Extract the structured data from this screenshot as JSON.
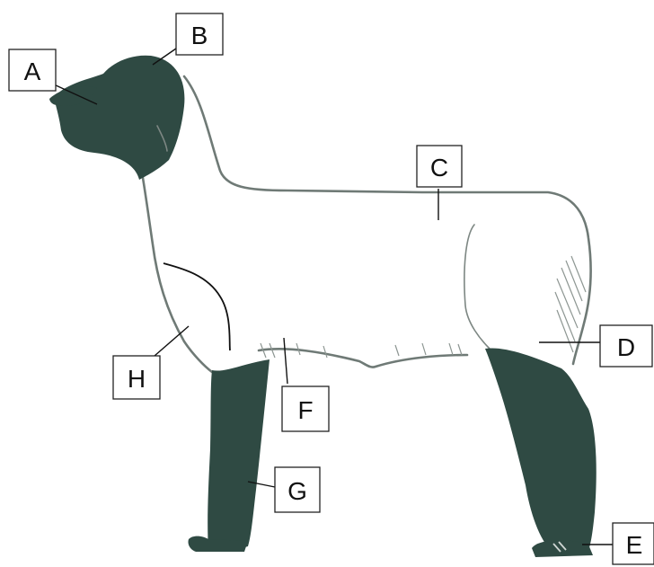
{
  "labels": {
    "A": "A",
    "B": "B",
    "C": "C",
    "D": "D",
    "E": "E",
    "F": "F",
    "G": "G",
    "H": "H"
  },
  "colors": {
    "dark_parts": "#2f4a43",
    "outline": "#6f7a76"
  }
}
